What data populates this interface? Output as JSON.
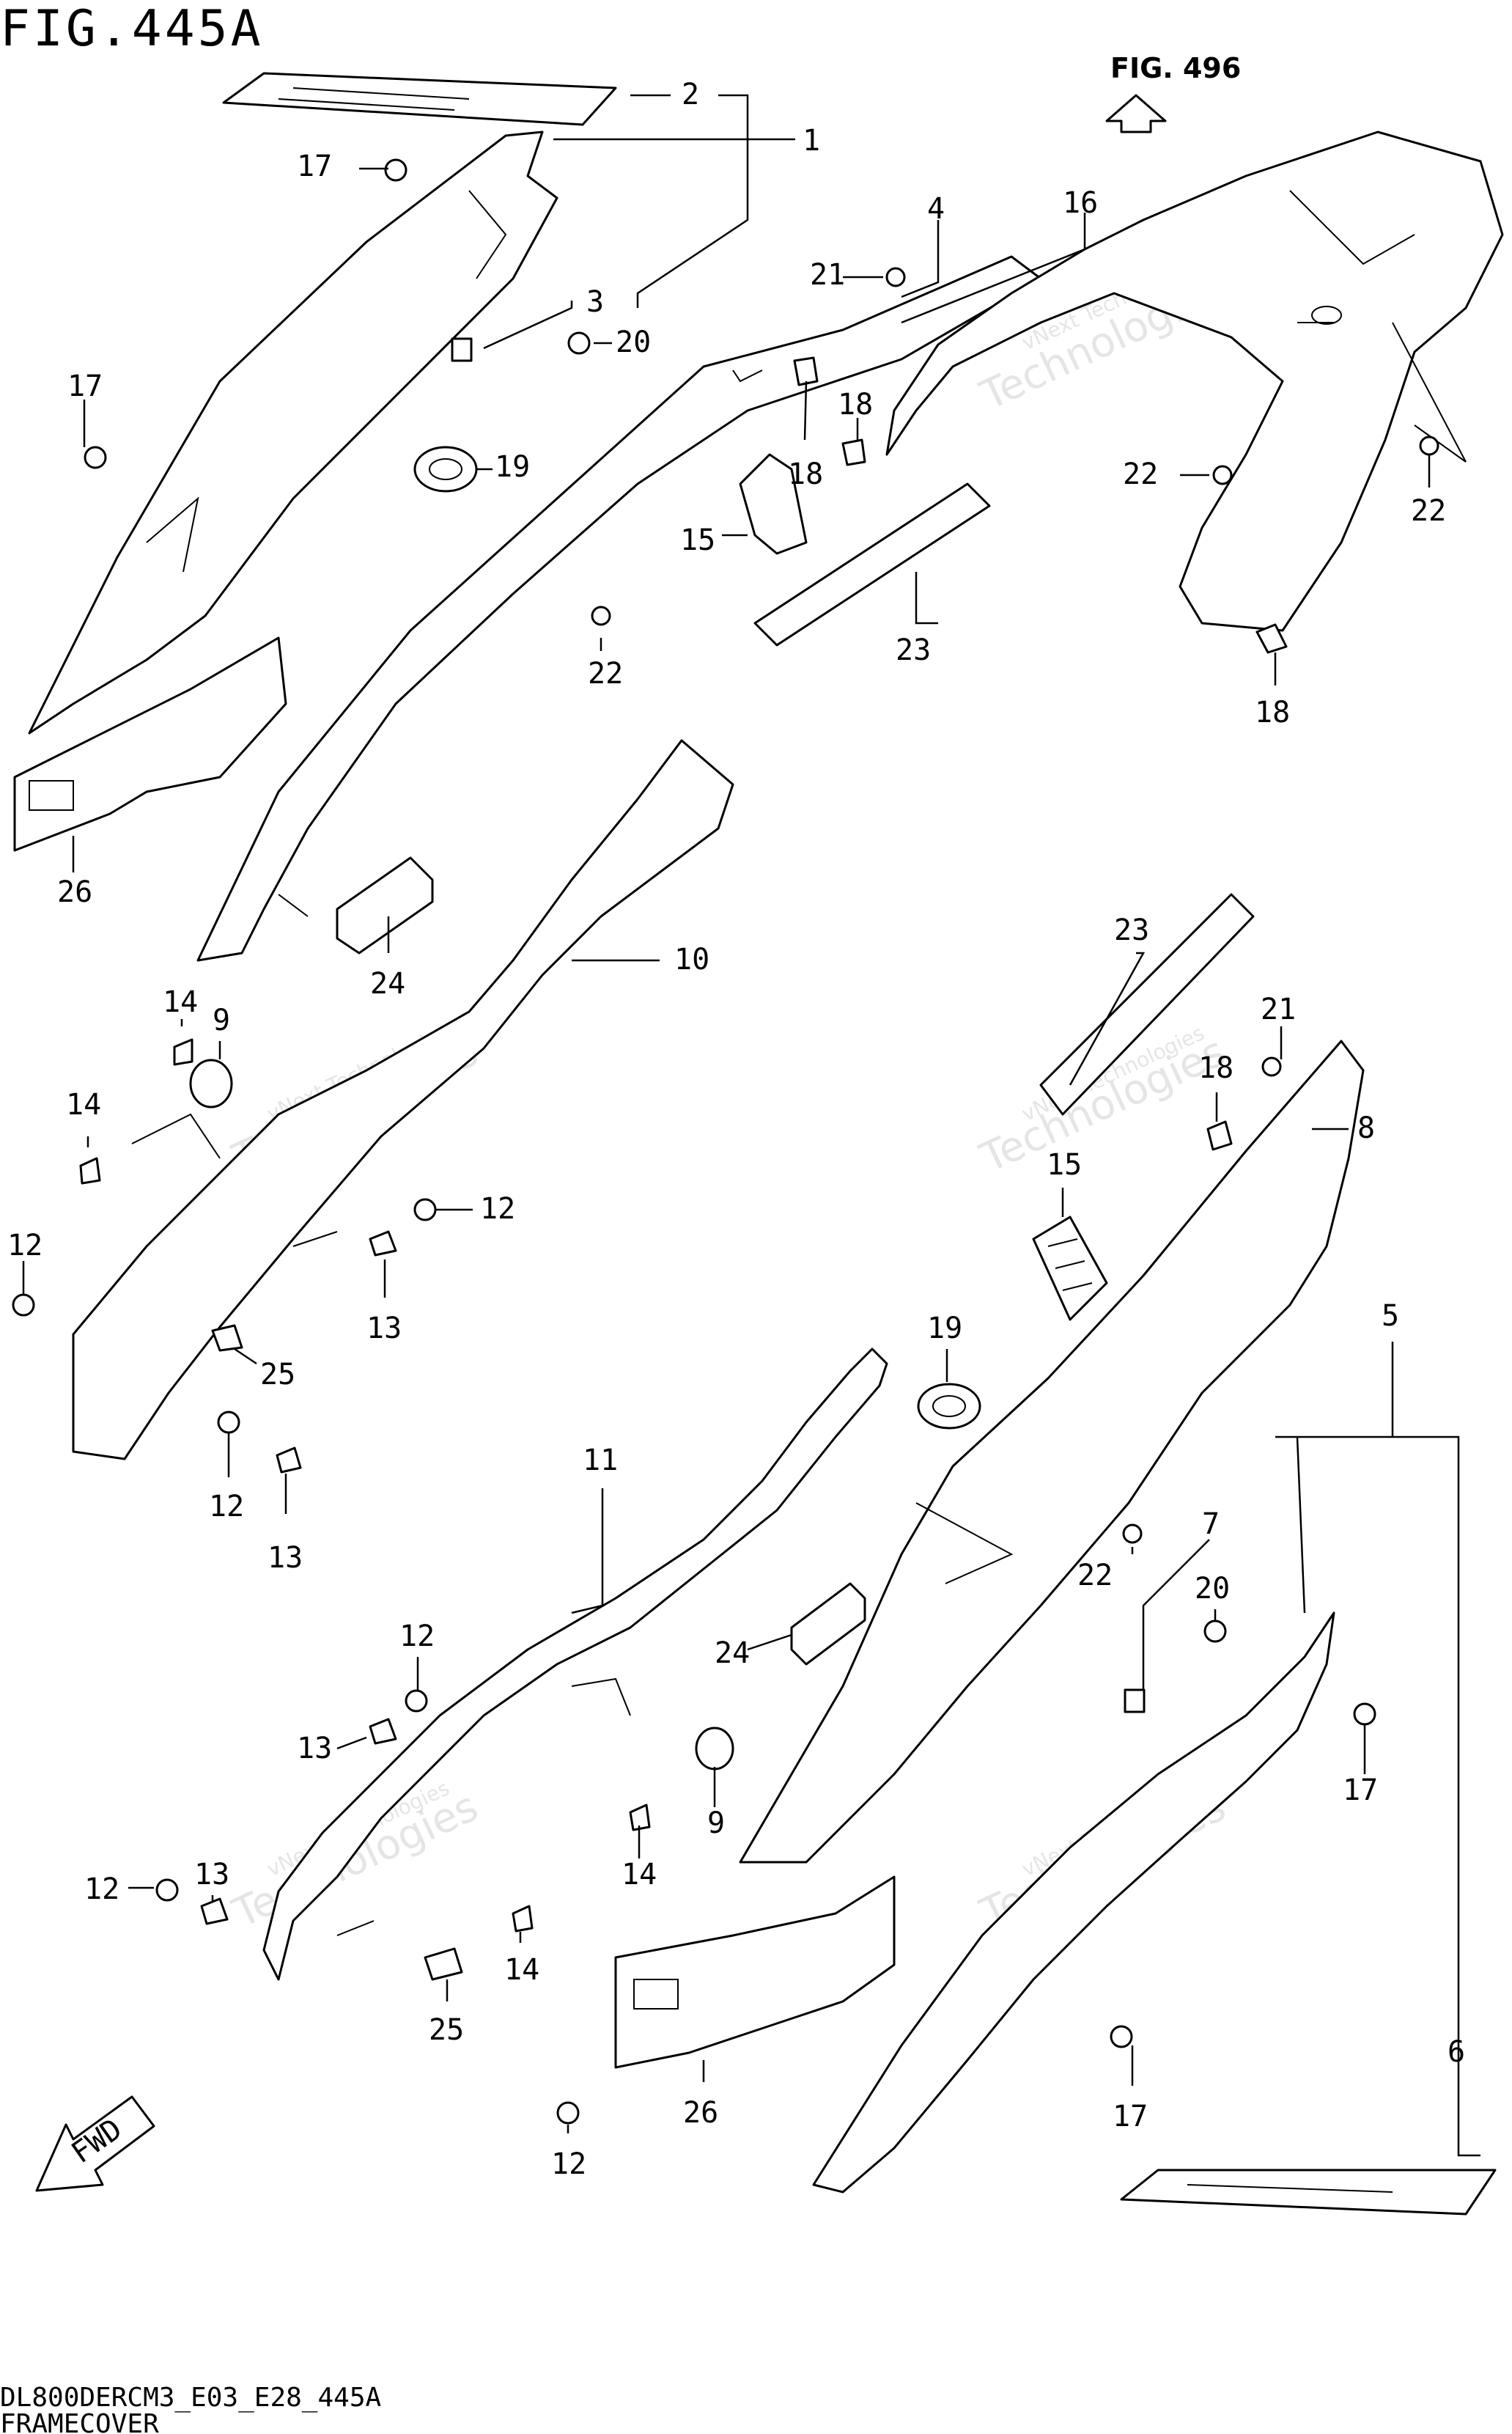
{
  "figure": {
    "title": "FIG.445A",
    "reference_figure": "FIG. 496",
    "fwd_label": "FWD",
    "code": "DL800DERCM3_E03_E28_445A",
    "name": "FRAMECOVER"
  },
  "watermark": {
    "line1": "vNext Technologies",
    "line2": "Technologies"
  },
  "callouts": [
    {
      "id": "c2",
      "text": "2"
    },
    {
      "id": "c1",
      "text": "1"
    },
    {
      "id": "c17a",
      "text": "17"
    },
    {
      "id": "c3",
      "text": "3"
    },
    {
      "id": "c20a",
      "text": "20"
    },
    {
      "id": "c17b",
      "text": "17"
    },
    {
      "id": "c19a",
      "text": "19"
    },
    {
      "id": "c4",
      "text": "4"
    },
    {
      "id": "c21a",
      "text": "21"
    },
    {
      "id": "c16",
      "text": "16"
    },
    {
      "id": "c18a",
      "text": "18"
    },
    {
      "id": "c18b",
      "text": "18"
    },
    {
      "id": "c15a",
      "text": "15"
    },
    {
      "id": "c22a",
      "text": "22"
    },
    {
      "id": "c22b",
      "text": "22"
    },
    {
      "id": "c22c",
      "text": "22"
    },
    {
      "id": "c23a",
      "text": "23"
    },
    {
      "id": "c18c",
      "text": "18"
    },
    {
      "id": "c26a",
      "text": "26"
    },
    {
      "id": "c24a",
      "text": "24"
    },
    {
      "id": "c10",
      "text": "10"
    },
    {
      "id": "c14a",
      "text": "14"
    },
    {
      "id": "c9a",
      "text": "9"
    },
    {
      "id": "c14b",
      "text": "14"
    },
    {
      "id": "c12a",
      "text": "12"
    },
    {
      "id": "c12b",
      "text": "12"
    },
    {
      "id": "c13a",
      "text": "13"
    },
    {
      "id": "c25a",
      "text": "25"
    },
    {
      "id": "c12c",
      "text": "12"
    },
    {
      "id": "c13b",
      "text": "13"
    },
    {
      "id": "c23b",
      "text": "23"
    },
    {
      "id": "c21b",
      "text": "21"
    },
    {
      "id": "c18d",
      "text": "18"
    },
    {
      "id": "c8",
      "text": "8"
    },
    {
      "id": "c15b",
      "text": "15"
    },
    {
      "id": "c19b",
      "text": "19"
    },
    {
      "id": "c5",
      "text": "5"
    },
    {
      "id": "c11",
      "text": "11"
    },
    {
      "id": "c7",
      "text": "7"
    },
    {
      "id": "c22d",
      "text": "22"
    },
    {
      "id": "c20b",
      "text": "20"
    },
    {
      "id": "c12d",
      "text": "12"
    },
    {
      "id": "c24b",
      "text": "24"
    },
    {
      "id": "c13c",
      "text": "13"
    },
    {
      "id": "c9b",
      "text": "9"
    },
    {
      "id": "c17c",
      "text": "17"
    },
    {
      "id": "c13d",
      "text": "13"
    },
    {
      "id": "c12e",
      "text": "12"
    },
    {
      "id": "c14c",
      "text": "14"
    },
    {
      "id": "c14d",
      "text": "14"
    },
    {
      "id": "c25b",
      "text": "25"
    },
    {
      "id": "c26b",
      "text": "26"
    },
    {
      "id": "c12f",
      "text": "12"
    },
    {
      "id": "c17d",
      "text": "17"
    },
    {
      "id": "c6",
      "text": "6"
    }
  ]
}
